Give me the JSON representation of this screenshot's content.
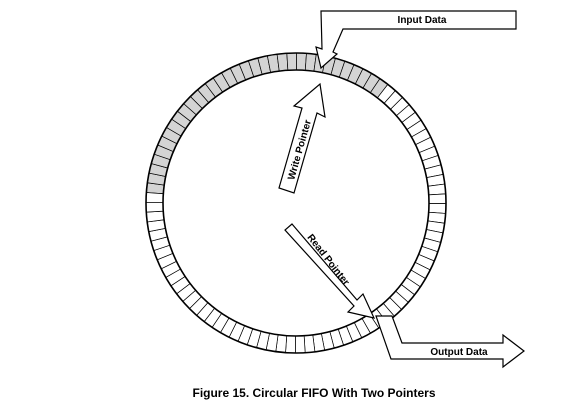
{
  "diagram": {
    "input_label": "Input Data",
    "output_label": "Output Data",
    "write_pointer_label": "Write Pointer",
    "read_pointer_label": "Read Pointer",
    "buffer": {
      "slot_count": 96,
      "filled_start_slot": 0,
      "filled_slot_count": 33
    },
    "colors": {
      "stroke": "#000000",
      "empty_slot": "#ffffff",
      "filled_slot": "#d4d4d4",
      "background": "#ffffff"
    }
  },
  "caption": "Figure 15.  Circular FIFO With Two Pointers"
}
